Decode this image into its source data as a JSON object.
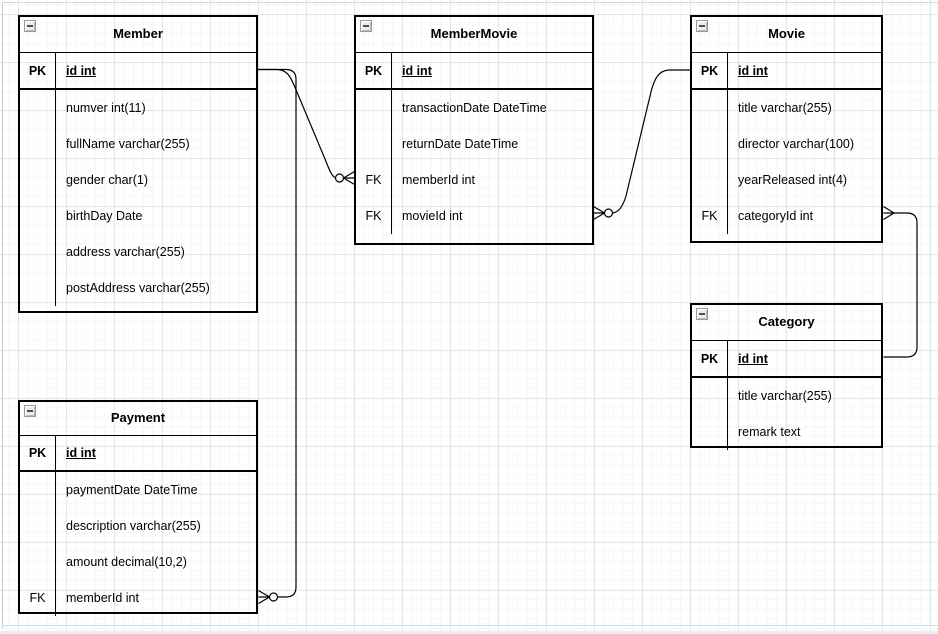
{
  "canvas": {
    "background": "#ffffff",
    "grid_minor_color": "#f6f6f8",
    "grid_major_color": "#e6e6e9",
    "line_color": "#000000"
  },
  "diagram": {
    "tables": [
      {
        "name": "Member",
        "rows": [
          {
            "key": "PK",
            "field": "id int"
          },
          {
            "key": "",
            "field": "numver int(11)"
          },
          {
            "key": "",
            "field": "fullName varchar(255)"
          },
          {
            "key": "",
            "field": "gender char(1)"
          },
          {
            "key": "",
            "field": "birthDay Date"
          },
          {
            "key": "",
            "field": "address varchar(255)"
          },
          {
            "key": "",
            "field": "postAddress varchar(255)"
          }
        ]
      },
      {
        "name": "MemberMovie",
        "rows": [
          {
            "key": "PK",
            "field": "id int"
          },
          {
            "key": "",
            "field": "transactionDate DateTime"
          },
          {
            "key": "",
            "field": "returnDate DateTime"
          },
          {
            "key": "FK",
            "field": "memberId int"
          },
          {
            "key": "FK",
            "field": "movieId int"
          }
        ]
      },
      {
        "name": "Movie",
        "rows": [
          {
            "key": "PK",
            "field": "id int"
          },
          {
            "key": "",
            "field": "title varchar(255)"
          },
          {
            "key": "",
            "field": "director varchar(100)"
          },
          {
            "key": "",
            "field": "yearReleased int(4)"
          },
          {
            "key": "FK",
            "field": "categoryId int"
          }
        ]
      },
      {
        "name": "Category",
        "rows": [
          {
            "key": "PK",
            "field": "id int"
          },
          {
            "key": "",
            "field": "title varchar(255)"
          },
          {
            "key": "",
            "field": "remark text"
          }
        ]
      },
      {
        "name": "Payment",
        "rows": [
          {
            "key": "PK",
            "field": "id int"
          },
          {
            "key": "",
            "field": "paymentDate DateTime"
          },
          {
            "key": "",
            "field": "description varchar(255)"
          },
          {
            "key": "",
            "field": "amount decimal(10,2)"
          },
          {
            "key": "FK",
            "field": "memberId int"
          }
        ]
      }
    ],
    "relations": [
      {
        "from": "Member.id",
        "to": "MemberMovie.memberId",
        "to_marker": "zero-or-many"
      },
      {
        "from": "Movie.id",
        "to": "MemberMovie.movieId",
        "to_marker": "zero-or-many"
      },
      {
        "from": "Category.id",
        "to": "Movie.categoryId",
        "to_marker": "many"
      },
      {
        "from": "Member.id",
        "to": "Payment.memberId",
        "to_marker": "zero-or-many"
      }
    ]
  }
}
